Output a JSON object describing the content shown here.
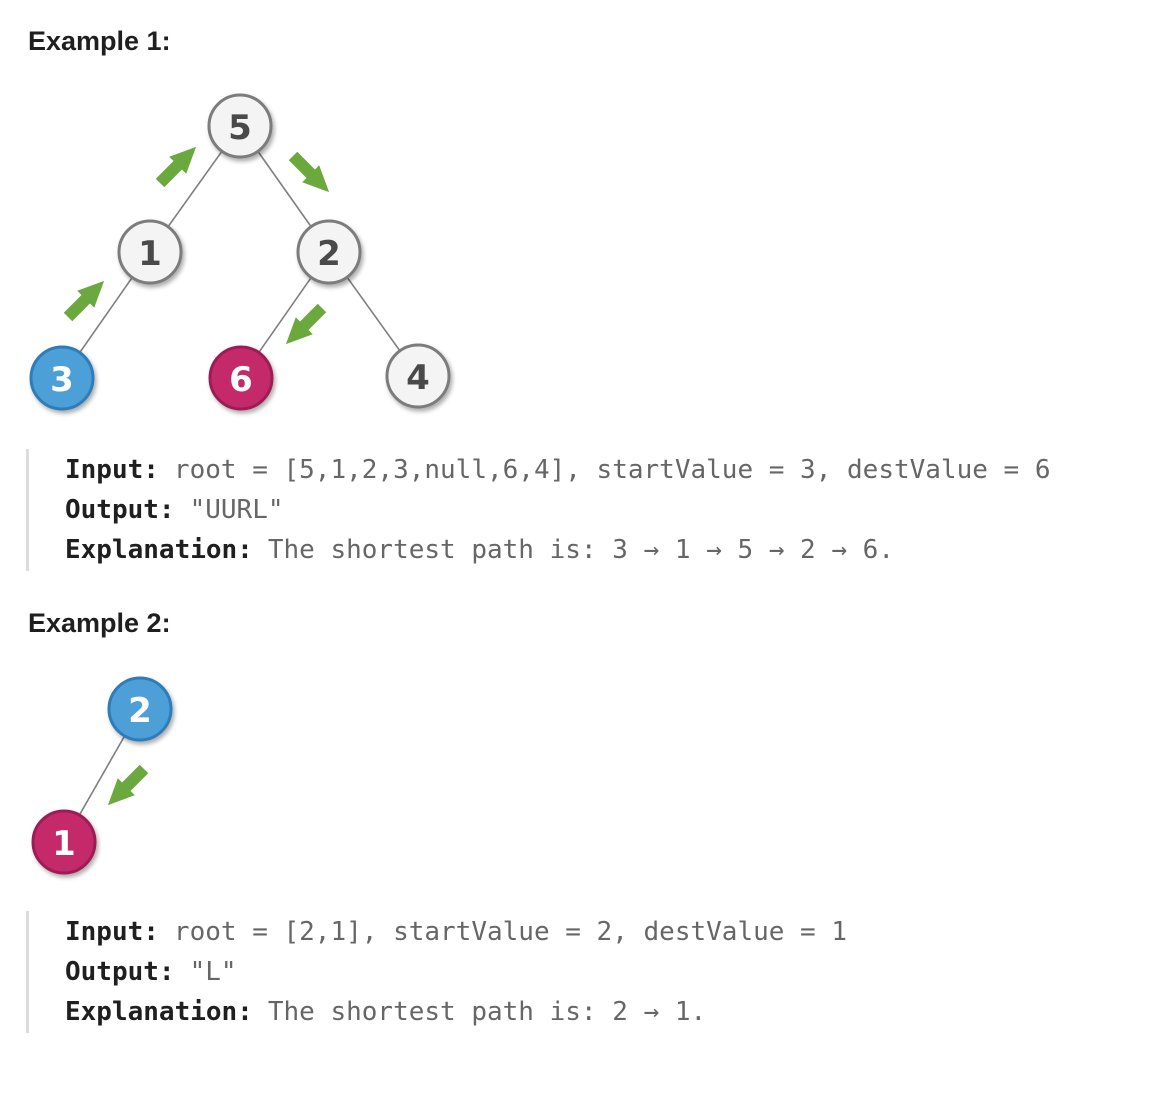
{
  "example1": {
    "heading": "Example 1:",
    "tree": {
      "nodes": [
        {
          "id": "root",
          "value": "5"
        },
        {
          "id": "left-child",
          "value": "1"
        },
        {
          "id": "right-child",
          "value": "2"
        },
        {
          "id": "start-node",
          "value": "3"
        },
        {
          "id": "dest-node",
          "value": "6"
        },
        {
          "id": "right-right",
          "value": "4"
        }
      ],
      "path_arrows": [
        "up-right",
        "up-right",
        "down-right",
        "down-left"
      ]
    },
    "block": {
      "input_label": "Input:",
      "input_value": "root = [5,1,2,3,null,6,4], startValue = 3, destValue = 6",
      "output_label": "Output:",
      "output_value": "\"UURL\"",
      "explanation_label": "Explanation:",
      "explanation_value": "The shortest path is: 3 → 1 → 5 → 2 → 6."
    }
  },
  "example2": {
    "heading": "Example 2:",
    "tree": {
      "nodes": [
        {
          "id": "start-node",
          "value": "2"
        },
        {
          "id": "dest-node",
          "value": "1"
        }
      ],
      "path_arrows": [
        "down-left"
      ]
    },
    "block": {
      "input_label": "Input:",
      "input_value": "root = [2,1], startValue = 2, destValue = 1",
      "output_label": "Output:",
      "output_value": "\"L\"",
      "explanation_label": "Explanation:",
      "explanation_value": "The shortest path is: 2 → 1."
    }
  },
  "colors": {
    "start_node_fill": "#4d9fd8",
    "start_node_border": "#2e7db8",
    "dest_node_fill": "#c42a6b",
    "dest_node_border": "#9e1f55",
    "default_node_fill": "#f4f4f4",
    "default_node_border": "#7b7b7b",
    "arrow_green": "#6ba93e",
    "edge_gray": "#7f7f7f",
    "code_text_gray": "#666666",
    "heading_ink": "#1f1f1f"
  }
}
